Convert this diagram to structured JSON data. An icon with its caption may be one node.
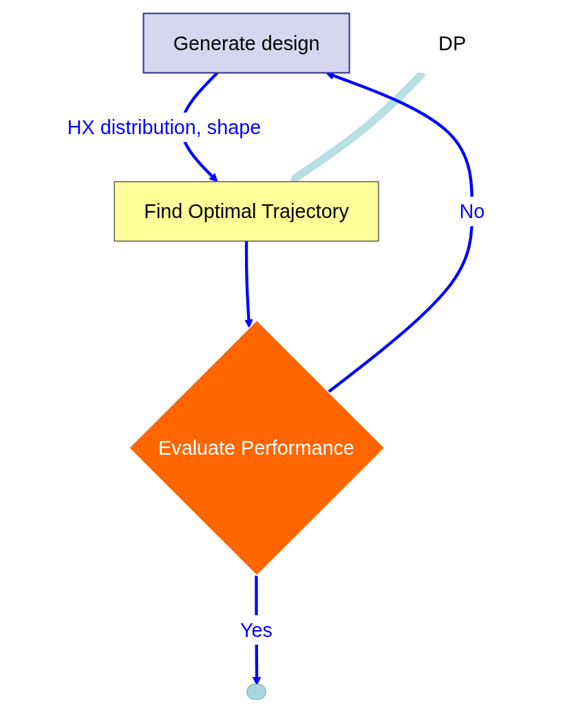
{
  "diagram": {
    "nodes": [
      {
        "text": [
          "Generate design"
        ]
      },
      {
        "text": [
          "Find Optimal Trajectory"
        ]
      },
      {
        "text": [
          "DP"
        ]
      },
      {
        "text": [
          "Evaluate Performance"
        ]
      },
      {
        "text": [],
        "shape": "stadium"
      }
    ],
    "edges": [
      {
        "from": 0,
        "to": 1,
        "arrow": "to",
        "label": "HX distribution, shape"
      },
      {
        "from": 2,
        "to": 1,
        "arrow": "to",
        "style": "thick",
        "color": "#b8dfe2"
      },
      {
        "from": 1,
        "to": 3,
        "arrow": "to"
      },
      {
        "from": 3,
        "to": 0,
        "arrow": "to",
        "label": "No"
      },
      {
        "from": 3,
        "to": 4,
        "arrow": "to",
        "label": "Yes"
      }
    ]
  }
}
